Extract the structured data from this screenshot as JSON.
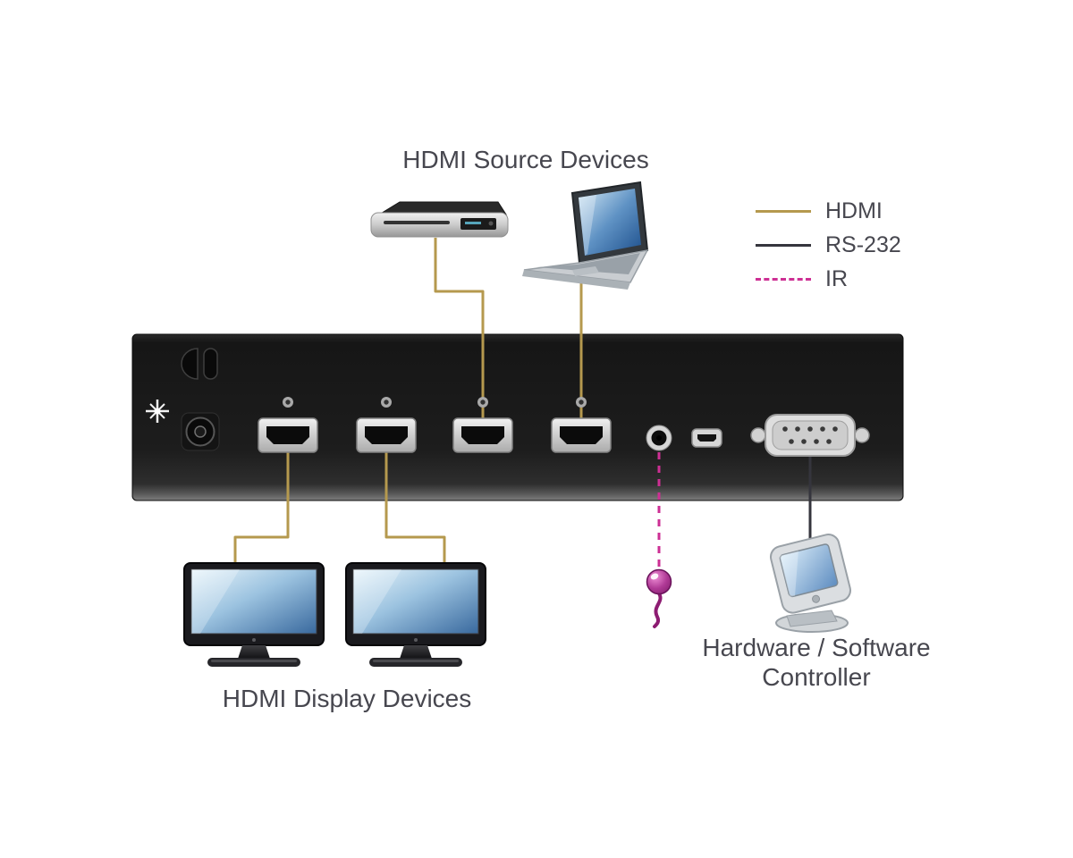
{
  "labels": {
    "source_devices": "HDMI Source Devices",
    "display_devices": "HDMI Display Devices",
    "controller_line1": "Hardware / Software",
    "controller_line2": "Controller"
  },
  "legend": {
    "items": [
      {
        "label": "HDMI",
        "color": "#b5994e",
        "style": "solid"
      },
      {
        "label": "RS-232",
        "color": "#35353d",
        "style": "solid"
      },
      {
        "label": "IR",
        "color": "#cd2f94",
        "style": "dashed"
      }
    ]
  },
  "colors": {
    "background": "#ffffff",
    "panel": "#1c1c1c",
    "text": "#47474f",
    "hdmi_cable": "#b5994e",
    "rs232_cable": "#35353d",
    "ir_cable": "#cd2f94",
    "ir_receiver": "#b03a96",
    "screen_blue": "#5f92c4"
  }
}
